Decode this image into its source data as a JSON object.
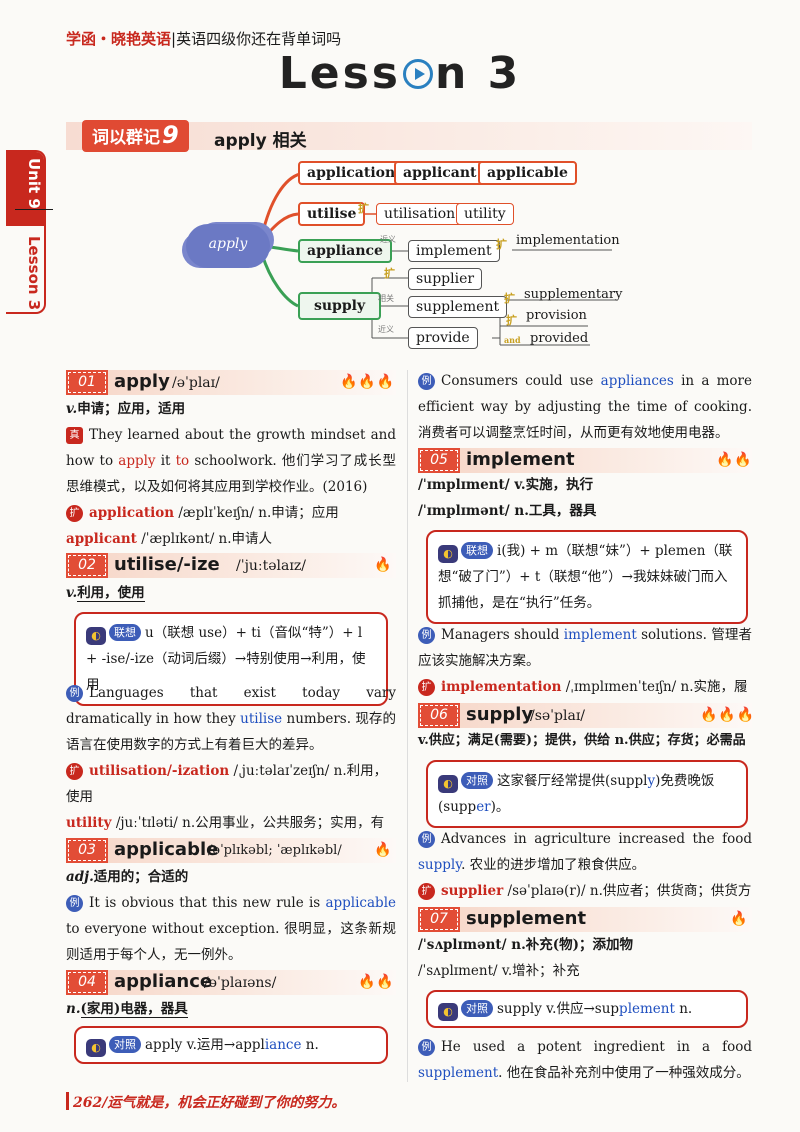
{
  "header": {
    "brand": "学函・晓艳英语",
    "sep": "|",
    "subtitle": "英语四级你还在背单词吗"
  },
  "title": {
    "left": "Less",
    "right": "n 3"
  },
  "side_tab": {
    "unit": "Unit 9",
    "lesson": "Lesson 3"
  },
  "banner": {
    "label": "词以群记",
    "num": "9",
    "title": "apply 相关"
  },
  "mindmap": {
    "root": "apply",
    "application": "application",
    "applicant": "applicant",
    "applicable": "applicable",
    "utilise": "utilise",
    "utilisation": "utilisation",
    "utility": "utility",
    "appliance": "appliance",
    "implement": "implement",
    "implementation": "implementation",
    "supply": "supply",
    "supplier": "supplier",
    "supplement": "supplement",
    "supplementary": "supplementary",
    "provide": "provide",
    "provision": "provision",
    "provided": "provided",
    "tag_near": "近义",
    "tag_related": "相关",
    "tag_near2": "近义",
    "tag_ext": "扩",
    "tag_and": "and"
  },
  "entries": {
    "e01": {
      "num": "01",
      "word": "apply",
      "phon": "/əˈplaɪ/",
      "flames": "🔥🔥🔥",
      "pos": "v.",
      "meaning": "申请；应用，适用",
      "ex_tag": "真",
      "ex_pre": "They learned about the growth mindset and how to ",
      "ex_kw1": "apply",
      "ex_mid": " it ",
      "ex_kw2": "to",
      "ex_post": " schoolwork. 他们学习了成长型思维模式，以及如何将其应用到学校作业。(2016)",
      "ext_tag": "扩",
      "ext1_word": "application",
      "ext1_rest": " /æplɪˈkeɪʃn/ n.申请；应用",
      "ext2_word": "applicant",
      "ext2_rest": " /ˈæplɪkənt/ n.申请人"
    },
    "e02": {
      "num": "02",
      "word": "utilise/-ize",
      "phon": "/ˈjuːtəlaɪz/",
      "flames": "🔥",
      "pos": "v.",
      "meaning": "利用，使用",
      "memo_badge": "联想",
      "memo_text": "u（联想 use）+ ti（音似“特”）+ l + -ise/-ize（动词后缀）→特别使用→利用，使用",
      "ex_tag": "例",
      "ex_pre": "Languages that exist today vary dramatically in how they ",
      "ex_kw": "utilise",
      "ex_post": " numbers. 现存的语言在使用数字的方式上有着巨大的差异。",
      "ext_tag": "扩",
      "ext1_word": "utilisation/-ization",
      "ext1_rest": " /ˌjuːtəlaɪˈzeɪʃn/ n.利用，使用",
      "ext2_word": "utility",
      "ext2_rest": " /juːˈtɪləti/ n.公用事业，公共服务；实用，有用"
    },
    "e03": {
      "num": "03",
      "word": "applicable",
      "phon": "/əˈplɪkəbl; ˈæplɪkəbl/",
      "flames": "🔥",
      "pos": "adj.",
      "meaning": "适用的；合适的",
      "ex_tag": "例",
      "ex_pre": "It is obvious that this new rule is ",
      "ex_kw": "applicable",
      "ex_post": " to everyone without exception. 很明显，这条新规则适用于每个人，无一例外。"
    },
    "e04": {
      "num": "04",
      "word": "appliance",
      "phon": "/əˈplaɪəns/",
      "flames": "🔥🔥",
      "pos": "n.",
      "meaning": "(家用)电器，器具",
      "memo_badge": "对照",
      "memo_pre": "apply v.运用→appl",
      "memo_kw": "iance",
      "memo_post": " n.",
      "ex_tag": "例",
      "ex_pre": "Consumers could use ",
      "ex_kw": "appliances",
      "ex_post": " in a more efficient way by adjusting the time of cooking. 消费者可以调整烹饪时间，从而更有效地使用电器。"
    },
    "e05": {
      "num": "05",
      "word": "implement",
      "phon": "",
      "flames": "🔥🔥",
      "line1": "/ˈɪmplɪment/ v.实施，执行",
      "line2": "/ˈɪmplɪmənt/ n.工具，器具",
      "memo_badge": "联想",
      "memo_text": "i(我) + m（联想“妹”）+ plemen（联想“破了门”）+ t（联想“他”）→我妹妹破门而入抓捕他，是在“执行”任务。",
      "ex_tag": "例",
      "ex_pre": "Managers should ",
      "ex_kw": "implement",
      "ex_post": " solutions. 管理者应该实施解决方案。",
      "ext_tag": "扩",
      "ext1_word": "implementation",
      "ext1_rest": " /ˌɪmplɪmenˈteɪʃn/ n.实施，履行"
    },
    "e06": {
      "num": "06",
      "word": "supply",
      "phon": "/səˈplaɪ/",
      "flames": "🔥🔥🔥",
      "meaning": "v.供应；满足(需要)；提供，供给   n.供应；存货；必需品",
      "memo_badge": "对照",
      "memo_pre": "这家餐厅经常提供(suppl",
      "memo_kw1": "y",
      "memo_mid": ")免费晚饭(supp",
      "memo_kw2": "er",
      "memo_post": ")。",
      "ex_tag": "例",
      "ex_pre": "Advances in agriculture increased the food ",
      "ex_kw": "supply",
      "ex_post": ". 农业的进步增加了粮食供应。",
      "ext_tag": "扩",
      "ext1_word": "supplier",
      "ext1_rest": " /səˈplaɪə(r)/ n.供应者；供货商；供货方"
    },
    "e07": {
      "num": "07",
      "word": "supplement",
      "flames": "🔥",
      "line1": "/ˈsʌplɪmənt/ n.补充(物)；添加物",
      "line2": "/ˈsʌplɪment/ v.增补；补充",
      "memo_badge": "对照",
      "memo_pre": "supply v.供应→sup",
      "memo_kw": "plement",
      "memo_post": " n.",
      "ex_tag": "例",
      "ex_pre": "He used a potent ingredient in a food ",
      "ex_kw": "supplement",
      "ex_post": ". 他在食品补充剂中使用了一种强效成分。"
    }
  },
  "footer": {
    "page": "262/",
    "text": "运气就是，机会正好碰到了你的努力。"
  },
  "colors": {
    "accent": "#c8281e",
    "keyword": "#1f4fbf",
    "memo_badge": "#3d5db8",
    "mm_orange": "#e0502a",
    "mm_green": "#3aa055"
  }
}
